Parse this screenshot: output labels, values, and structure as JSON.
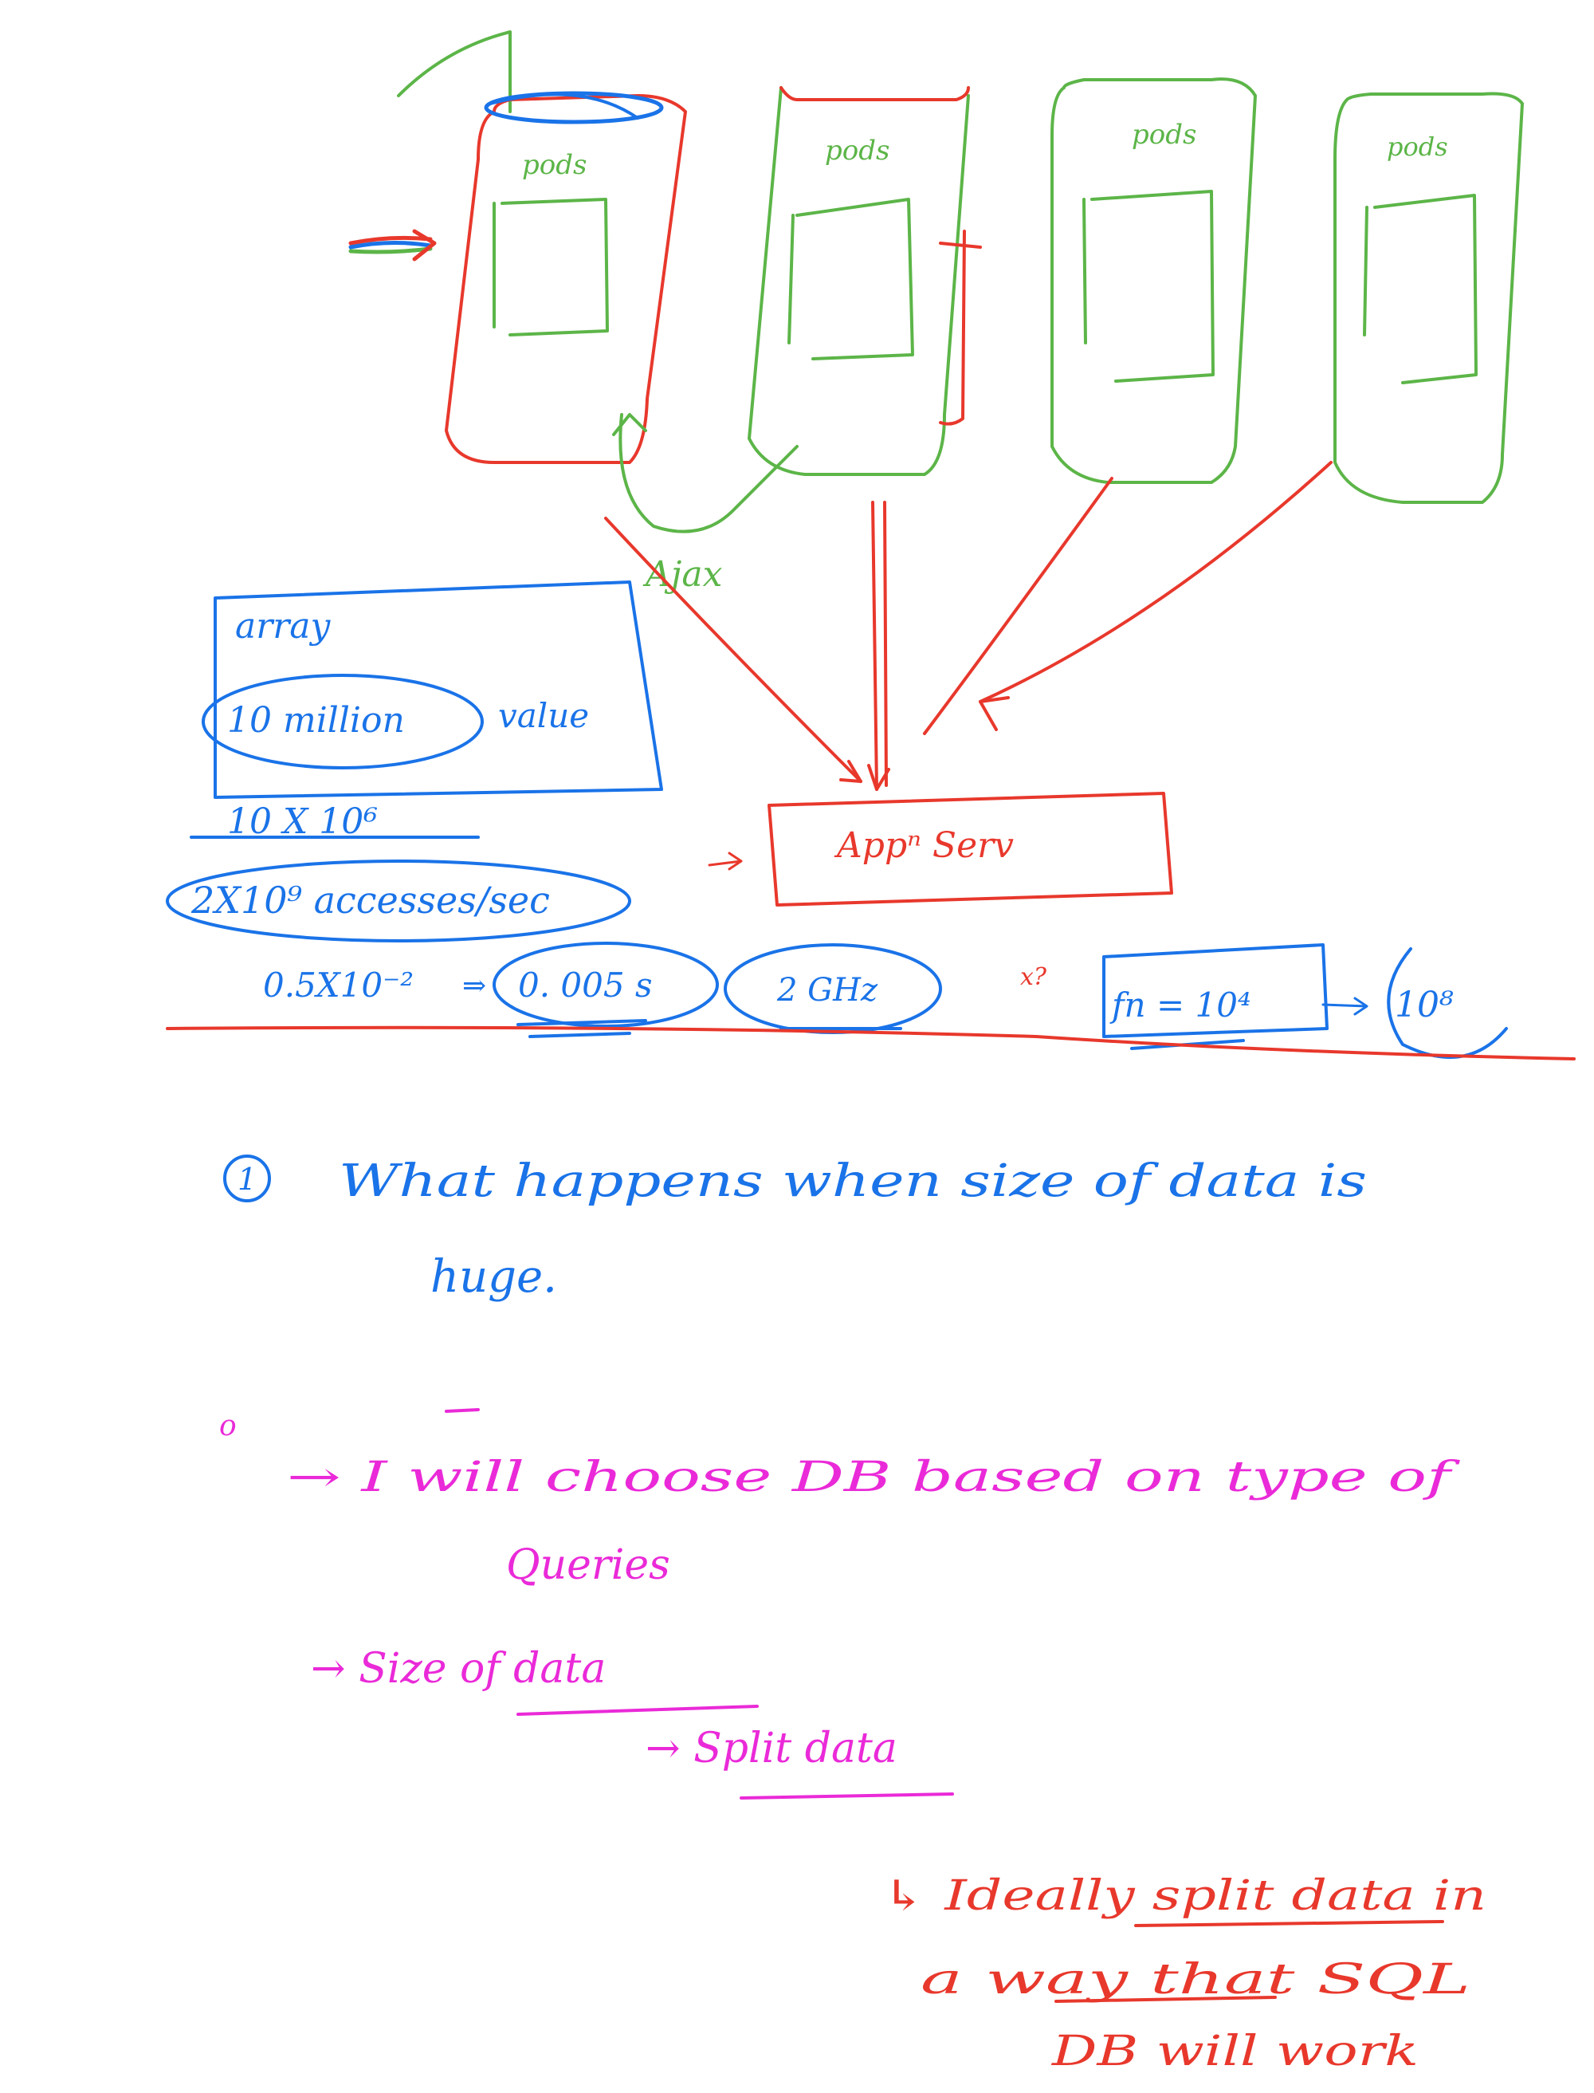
{
  "colors": {
    "red": "#e8382c",
    "green": "#5cb548",
    "blue": "#1a73e8",
    "magenta": "#ea2ad8"
  },
  "top": {
    "pods": [
      {
        "label": "pods",
        "color_key": "red"
      },
      {
        "label": "pods",
        "color_key": "green"
      },
      {
        "label": "pods",
        "color_key": "green"
      },
      {
        "label": "pods",
        "color_key": "green"
      }
    ],
    "ajax_label": "Ajax",
    "app_server_label": "Appⁿ Serv",
    "array_box": {
      "title": "array",
      "content": "10 million",
      "suffix": "value"
    },
    "calc": {
      "line1": "10 X 10⁶",
      "line2": "2X10⁹ accesses/sec",
      "line3": "0.5X10⁻²",
      "arrow": "⇒",
      "result": "0. 005 s",
      "freq": "2 GHz",
      "mult": "x?",
      "fn": "fn = 10⁴",
      "final": "10⁸"
    }
  },
  "bottom": {
    "q1_number": "1",
    "q1_line1": "What happens when size of data is",
    "q1_line2": "huge.",
    "bullet_mark": "o",
    "p1_line1": "→ I will choose DB based on type of",
    "p1_line2": "Queries",
    "p2": "→ Size of data",
    "p3": "→ Split data",
    "p4_line1": "↳ Ideally split data in",
    "p4_line2": "a way that SQL",
    "p4_line3": "DB will work"
  }
}
